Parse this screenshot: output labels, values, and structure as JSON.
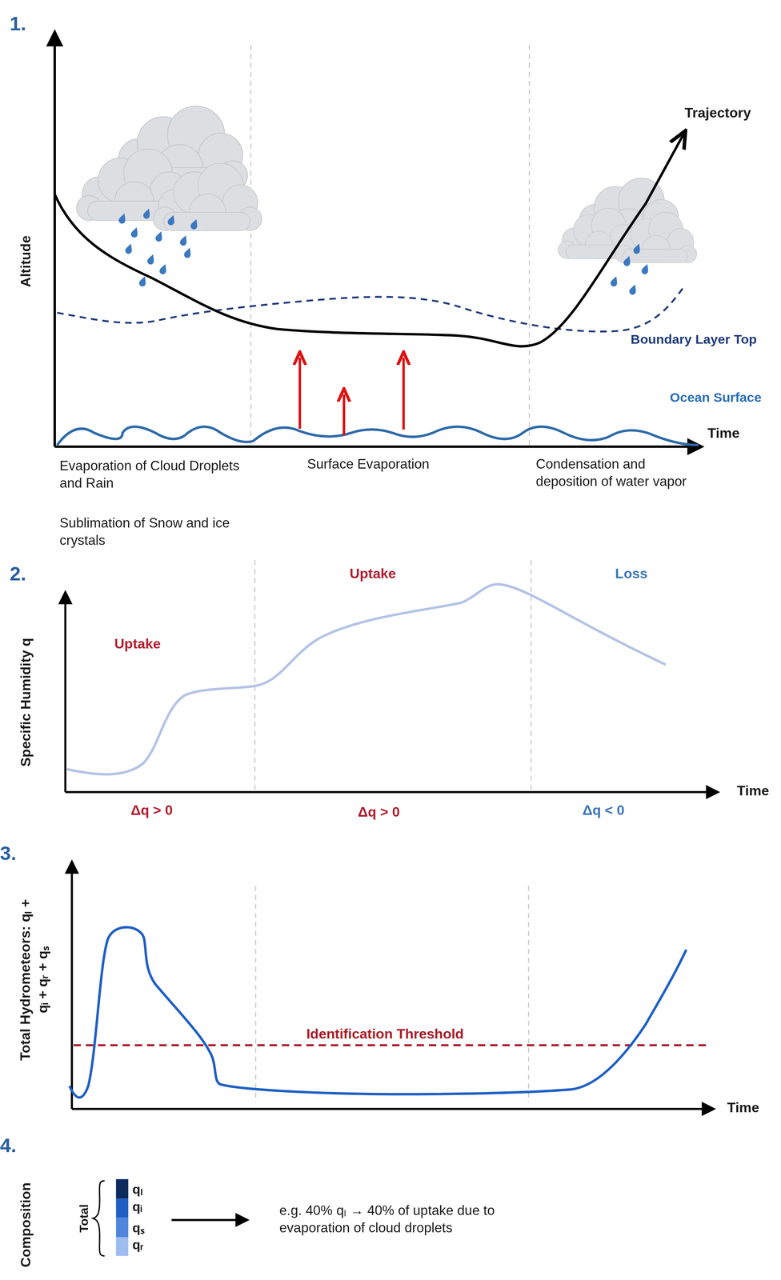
{
  "diagram": {
    "labels": [
      "1.",
      "Trajectory",
      "Altitude",
      "Boundary Layer Top",
      "Ocean Surface",
      "Time",
      "Evaporation of Cloud Droplets and Rain",
      "Sublimation of Snow and ice crystals",
      "Surface Evaporation",
      "Condensation and deposition of water vapor",
      "2.",
      "Specific Humidity q",
      "Uptake",
      "Uptake",
      "Loss",
      "Time",
      "Δq > 0",
      "Δq > 0",
      "Δq < 0",
      "3.",
      "Total Hydrometeors: qₗ + qᵢ + qᵣ + qₛ",
      "Identification Threshold",
      "Time",
      "4.",
      "Composition",
      "Total",
      "e.g. 40% qₗ → 40% of uptake due to evaporation of cloud droplets"
    ],
    "legend": [
      {
        "text": "qₗ",
        "color": "#0c2a5c"
      },
      {
        "text": "qᵢ",
        "color": "#1f5fc4"
      },
      {
        "text": "qₛ",
        "color": "#4f86dc"
      },
      {
        "text": "qᵣ",
        "color": "#9dbcf0"
      }
    ]
  }
}
